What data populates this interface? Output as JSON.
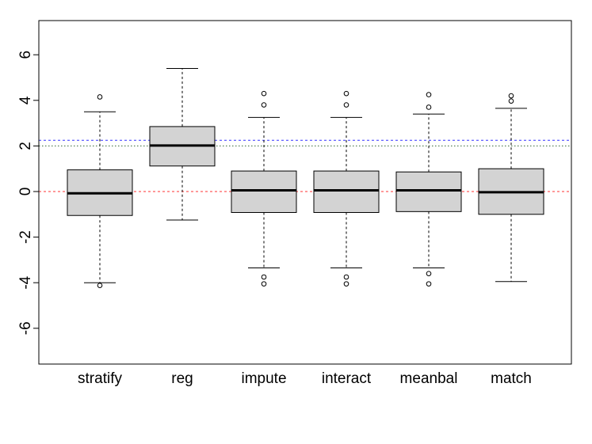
{
  "chart_data": {
    "type": "boxplot",
    "title": "",
    "xlabel": "",
    "ylabel": "",
    "ylim": [
      -7.5,
      7.5
    ],
    "yticks": [
      -6,
      -4,
      -2,
      0,
      2,
      4,
      6
    ],
    "categories": [
      "stratify",
      "reg",
      "impute",
      "interact",
      "meanbal",
      "match"
    ],
    "boxes": [
      {
        "name": "stratify",
        "whisker_low": -4.0,
        "q1": -1.05,
        "median": -0.08,
        "q3": 0.95,
        "whisker_high": 3.5,
        "outliers": [
          4.15,
          -4.12
        ]
      },
      {
        "name": "reg",
        "whisker_low": -1.25,
        "q1": 1.12,
        "median": 2.02,
        "q3": 2.85,
        "whisker_high": 5.4,
        "outliers": []
      },
      {
        "name": "impute",
        "whisker_low": -3.35,
        "q1": -0.92,
        "median": 0.05,
        "q3": 0.9,
        "whisker_high": 3.25,
        "outliers": [
          4.3,
          3.8,
          -3.75,
          -4.05
        ]
      },
      {
        "name": "interact",
        "whisker_low": -3.35,
        "q1": -0.92,
        "median": 0.05,
        "q3": 0.9,
        "whisker_high": 3.25,
        "outliers": [
          4.3,
          3.8,
          -3.75,
          -4.05
        ]
      },
      {
        "name": "meanbal",
        "whisker_low": -3.35,
        "q1": -0.88,
        "median": 0.05,
        "q3": 0.86,
        "whisker_high": 3.4,
        "outliers": [
          4.25,
          3.7,
          -3.6,
          -4.05
        ]
      },
      {
        "name": "match",
        "whisker_low": -3.95,
        "q1": -1.0,
        "median": -0.03,
        "q3": 1.0,
        "whisker_high": 3.65,
        "outliers": [
          4.2,
          3.97
        ]
      }
    ],
    "reference_lines": [
      {
        "y": 2.25,
        "color": "#3333ff",
        "style": "dashed"
      },
      {
        "y": 2.0,
        "color": "#336633",
        "style": "dotted"
      },
      {
        "y": 0.0,
        "color": "#ff3333",
        "style": "dashed"
      }
    ],
    "box_fill": "#d3d3d3",
    "grid": false,
    "legend": "none"
  }
}
